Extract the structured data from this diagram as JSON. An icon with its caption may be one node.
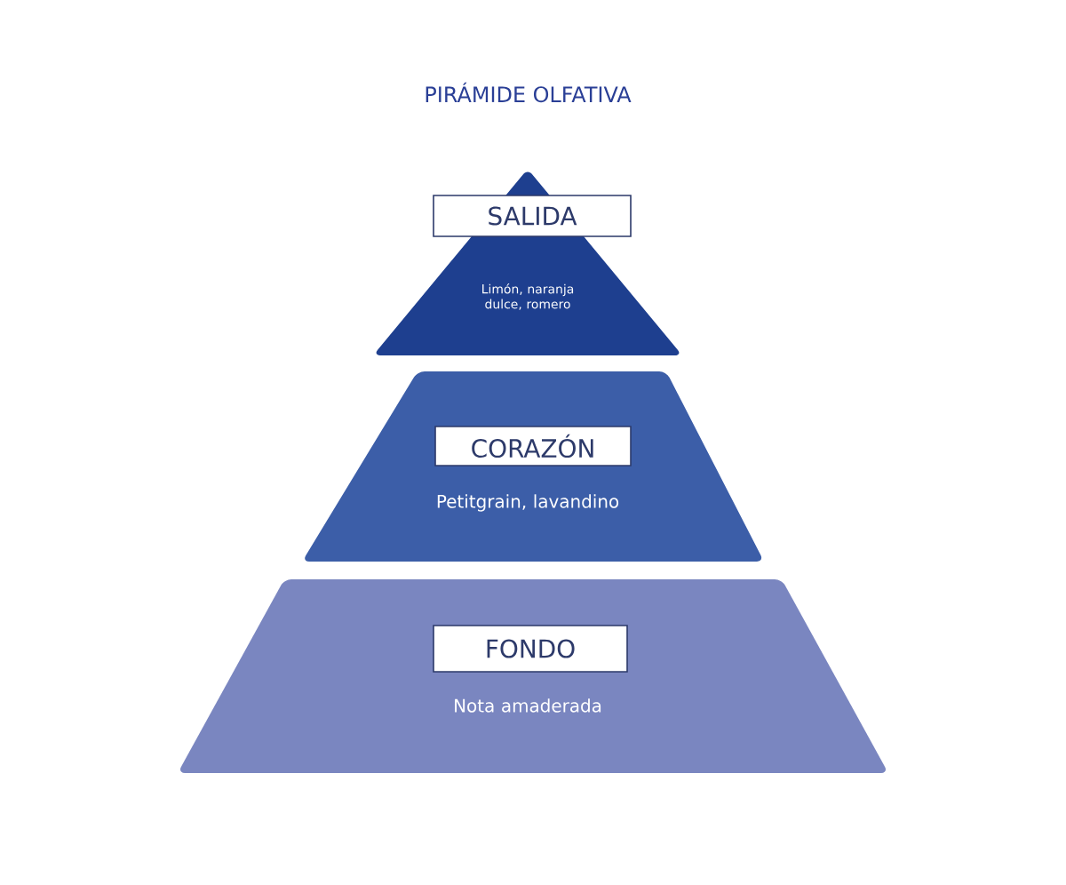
{
  "diagram": {
    "title": "PIRÁMIDE OLFATIVA",
    "nodes": [
      {
        "text": [
          "Limón, naranja dulce, romero"
        ]
      },
      {
        "text": [
          "SALIDA"
        ],
        "in": 0
      },
      {
        "text": [
          "Petitgrain, lavandino"
        ]
      },
      {
        "text": [
          "CORAZÓN"
        ],
        "in": 2
      },
      {
        "text": [
          "Nota amaderada"
        ]
      },
      {
        "text": [
          "FONDO"
        ],
        "in": 4
      }
    ]
  }
}
